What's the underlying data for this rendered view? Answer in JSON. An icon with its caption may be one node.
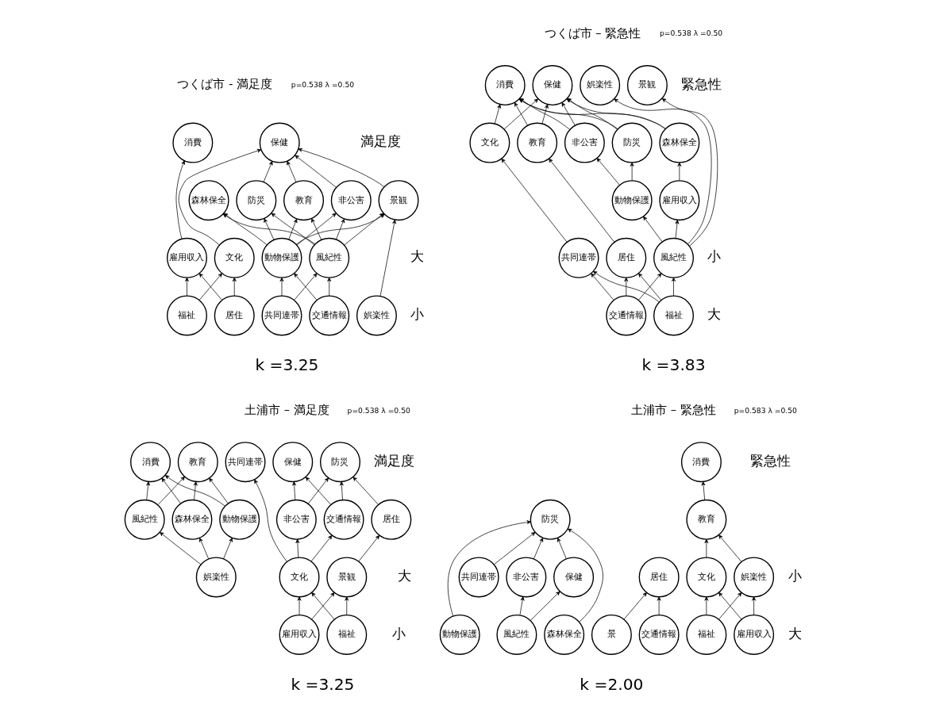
{
  "diagram": {
    "nodes": [
      {
        "text": [
          "森林保全"
        ]
      },
      {
        "text": [
          "保健"
        ]
      },
      {
        "text": [
          "消費"
        ]
      },
      {
        "text": [
          "非公害"
        ]
      },
      {
        "text": [
          "防災"
        ]
      },
      {
        "text": [
          "教育"
        ]
      },
      {
        "text": [
          "景観"
        ]
      },
      {
        "text": [
          "文化"
        ]
      },
      {
        "text": [
          "雇用収入"
        ]
      },
      {
        "text": [
          "風紀性"
        ]
      },
      {
        "text": [
          "動物保護"
        ]
      },
      {
        "text": [
          "娯楽性"
        ]
      },
      {
        "text": [
          "福祉"
        ]
      },
      {
        "text": [
          "居住"
        ]
      },
      {
        "text": [
          "交通情報"
        ]
      },
      {
        "text": [
          "共同連帯"
        ]
      },
      {
        "text": [
          "娯楽性"
        ]
      },
      {
        "text": [
          "景観"
        ]
      },
      {
        "text": [
          "保健"
        ]
      },
      {
        "text": [
          "消費"
        ]
      },
      {
        "text": [
          "森林保全"
        ]
      },
      {
        "text": [
          "非公害"
        ]
      },
      {
        "text": [
          "防災"
        ]
      },
      {
        "text": [
          "文化"
        ]
      },
      {
        "text": [
          "教育"
        ]
      },
      {
        "text": [
          "雇用収入"
        ]
      },
      {
        "text": [
          "動物保護"
        ]
      },
      {
        "text": [
          "共同連帯"
        ]
      },
      {
        "text": [
          "居住"
        ]
      },
      {
        "text": [
          "風紀性"
        ]
      },
      {
        "text": [
          "交通情報"
        ]
      },
      {
        "text": [
          "福祉"
        ]
      },
      {
        "text": [
          "共同連帯"
        ]
      },
      {
        "text": [
          "保健"
        ]
      },
      {
        "text": [
          "防災"
        ]
      },
      {
        "text": [
          "消費"
        ]
      },
      {
        "text": [
          "教育"
        ]
      },
      {
        "text": [
          "非公害"
        ]
      },
      {
        "text": [
          "交通情報"
        ]
      },
      {
        "text": [
          "居住"
        ]
      },
      {
        "text": [
          "風紀性"
        ]
      },
      {
        "text": [
          "森林保全"
        ]
      },
      {
        "text": [
          "動物保護"
        ]
      },
      {
        "text": [
          "文化"
        ]
      },
      {
        "text": [
          "景観"
        ]
      },
      {
        "text": [
          "娯楽性"
        ]
      },
      {
        "text": [
          "雇用収入"
        ]
      },
      {
        "text": [
          "福祉"
        ]
      },
      {
        "text": [
          "消費"
        ]
      },
      {
        "text": [
          "防災"
        ]
      },
      {
        "text": [
          "居住"
        ]
      },
      {
        "text": [
          "教育"
        ]
      },
      {
        "text": [
          "保健"
        ]
      },
      {
        "text": [
          "非公害"
        ]
      },
      {
        "text": [
          "共同連帯"
        ]
      },
      {
        "text": [
          "森林保全"
        ]
      },
      {
        "text": [
          "動物保護"
        ]
      },
      {
        "text": [
          "交通情報"
        ]
      },
      {
        "text": [
          "景"
        ]
      },
      {
        "text": [
          "文化"
        ]
      },
      {
        "text": [
          "娯楽性"
        ]
      },
      {
        "text": [
          "風紀性"
        ]
      },
      {
        "text": [
          "雇用収入"
        ]
      },
      {
        "text": [
          "福祉"
        ]
      }
    ],
    "edges": [
      {
        "from": 3,
        "to": 1,
        "arrow": "to"
      },
      {
        "from": 4,
        "to": 1,
        "arrow": "to"
      },
      {
        "from": 5,
        "to": 1,
        "arrow": "to"
      },
      {
        "from": 6,
        "to": 1,
        "arrow": "to"
      },
      {
        "from": 7,
        "to": 1,
        "arrow": "to"
      },
      {
        "from": 8,
        "to": 2,
        "arrow": "to"
      },
      {
        "from": 9,
        "to": 0,
        "arrow": "to"
      },
      {
        "from": 9,
        "to": 3,
        "arrow": "to"
      },
      {
        "from": 9,
        "to": 4,
        "arrow": "to"
      },
      {
        "from": 9,
        "to": 5,
        "arrow": "to"
      },
      {
        "from": 9,
        "to": 6,
        "arrow": "to"
      },
      {
        "from": 10,
        "to": 0,
        "arrow": "to"
      },
      {
        "from": 10,
        "to": 3,
        "arrow": "to"
      },
      {
        "from": 10,
        "to": 4,
        "arrow": "to"
      },
      {
        "from": 10,
        "to": 5,
        "arrow": "to"
      },
      {
        "from": 10,
        "to": 6,
        "arrow": "to"
      },
      {
        "from": 11,
        "to": 6,
        "arrow": "to"
      },
      {
        "from": 12,
        "to": 7,
        "arrow": "to"
      },
      {
        "from": 12,
        "to": 8,
        "arrow": "to"
      },
      {
        "from": 13,
        "to": 7,
        "arrow": "to"
      },
      {
        "from": 13,
        "to": 8,
        "arrow": "to"
      },
      {
        "from": 14,
        "to": 9,
        "arrow": "to"
      },
      {
        "from": 14,
        "to": 10,
        "arrow": "to"
      },
      {
        "from": 15,
        "to": 9,
        "arrow": "to"
      },
      {
        "from": 15,
        "to": 10,
        "arrow": "to"
      },
      {
        "from": 20,
        "to": 18,
        "arrow": "to"
      },
      {
        "from": 20,
        "to": 19,
        "arrow": "to"
      },
      {
        "from": 21,
        "to": 18,
        "arrow": "to"
      },
      {
        "from": 21,
        "to": 19,
        "arrow": "to"
      },
      {
        "from": 22,
        "to": 18,
        "arrow": "to"
      },
      {
        "from": 22,
        "to": 19,
        "arrow": "to"
      },
      {
        "from": 23,
        "to": 18,
        "arrow": "to"
      },
      {
        "from": 23,
        "to": 19,
        "arrow": "to"
      },
      {
        "from": 24,
        "to": 18,
        "arrow": "to"
      },
      {
        "from": 24,
        "to": 19,
        "arrow": "to"
      },
      {
        "from": 25,
        "to": 20,
        "arrow": "to"
      },
      {
        "from": 26,
        "to": 21,
        "arrow": "to"
      },
      {
        "from": 26,
        "to": 22,
        "arrow": "to"
      },
      {
        "from": 27,
        "to": 23,
        "arrow": "to"
      },
      {
        "from": 28,
        "to": 24,
        "arrow": "to"
      },
      {
        "from": 29,
        "to": 16,
        "arrow": "to"
      },
      {
        "from": 29,
        "to": 17,
        "arrow": "to"
      },
      {
        "from": 29,
        "to": 25,
        "arrow": "to"
      },
      {
        "from": 29,
        "to": 26,
        "arrow": "to"
      },
      {
        "from": 30,
        "to": 27,
        "arrow": "to"
      },
      {
        "from": 30,
        "to": 28,
        "arrow": "to"
      },
      {
        "from": 30,
        "to": 29,
        "arrow": "to"
      },
      {
        "from": 31,
        "to": 27,
        "arrow": "to"
      },
      {
        "from": 31,
        "to": 28,
        "arrow": "to"
      },
      {
        "from": 31,
        "to": 29,
        "arrow": "to"
      },
      {
        "from": 37,
        "to": 33,
        "arrow": "to"
      },
      {
        "from": 37,
        "to": 34,
        "arrow": "to"
      },
      {
        "from": 38,
        "to": 33,
        "arrow": "to"
      },
      {
        "from": 38,
        "to": 34,
        "arrow": "to"
      },
      {
        "from": 39,
        "to": 34,
        "arrow": "to"
      },
      {
        "from": 40,
        "to": 35,
        "arrow": "to"
      },
      {
        "from": 40,
        "to": 36,
        "arrow": "to"
      },
      {
        "from": 41,
        "to": 35,
        "arrow": "to"
      },
      {
        "from": 41,
        "to": 36,
        "arrow": "to"
      },
      {
        "from": 42,
        "to": 35,
        "arrow": "to"
      },
      {
        "from": 42,
        "to": 36,
        "arrow": "to"
      },
      {
        "from": 43,
        "to": 32,
        "arrow": "to"
      },
      {
        "from": 43,
        "to": 37,
        "arrow": "to"
      },
      {
        "from": 43,
        "to": 38,
        "arrow": "to"
      },
      {
        "from": 44,
        "to": 39,
        "arrow": "to"
      },
      {
        "from": 45,
        "to": 40,
        "arrow": "to"
      },
      {
        "from": 45,
        "to": 41,
        "arrow": "to"
      },
      {
        "from": 45,
        "to": 42,
        "arrow": "to"
      },
      {
        "from": 46,
        "to": 43,
        "arrow": "to"
      },
      {
        "from": 46,
        "to": 44,
        "arrow": "to"
      },
      {
        "from": 47,
        "to": 43,
        "arrow": "to"
      },
      {
        "from": 47,
        "to": 44,
        "arrow": "to"
      },
      {
        "from": 51,
        "to": 48,
        "arrow": "to"
      },
      {
        "from": 52,
        "to": 49,
        "arrow": "to"
      },
      {
        "from": 53,
        "to": 49,
        "arrow": "to"
      },
      {
        "from": 54,
        "to": 49,
        "arrow": "to"
      },
      {
        "from": 55,
        "to": 49,
        "arrow": "to"
      },
      {
        "from": 56,
        "to": 49,
        "arrow": "to"
      },
      {
        "from": 57,
        "to": 50,
        "arrow": "to"
      },
      {
        "from": 58,
        "to": 50,
        "arrow": "to"
      },
      {
        "from": 59,
        "to": 51,
        "arrow": "to"
      },
      {
        "from": 60,
        "to": 51,
        "arrow": "to"
      },
      {
        "from": 61,
        "to": 52,
        "arrow": "to"
      },
      {
        "from": 61,
        "to": 53,
        "arrow": "to"
      },
      {
        "from": 62,
        "to": 59,
        "arrow": "to"
      },
      {
        "from": 62,
        "to": 60,
        "arrow": "to"
      },
      {
        "from": 63,
        "to": 59,
        "arrow": "to"
      },
      {
        "from": 63,
        "to": 60,
        "arrow": "to"
      }
    ],
    "labels": [
      "つくば市 - 満足度",
      "p=0.538 λ =0.50",
      "満足度",
      "大",
      "小",
      "k =3.25",
      "つくば市 – 緊急性",
      "p=0.538 λ =0.50",
      "緊急性",
      "小",
      "大",
      "k =3.83",
      "土浦市 – 満足度",
      "p=0.538 λ =0.50",
      "満足度",
      "大",
      "小",
      "k =3.25",
      "土浦市 – 緊急性",
      "p=0.583 λ =0.50",
      "緊急性",
      "小",
      "大",
      "k =2.00"
    ]
  }
}
